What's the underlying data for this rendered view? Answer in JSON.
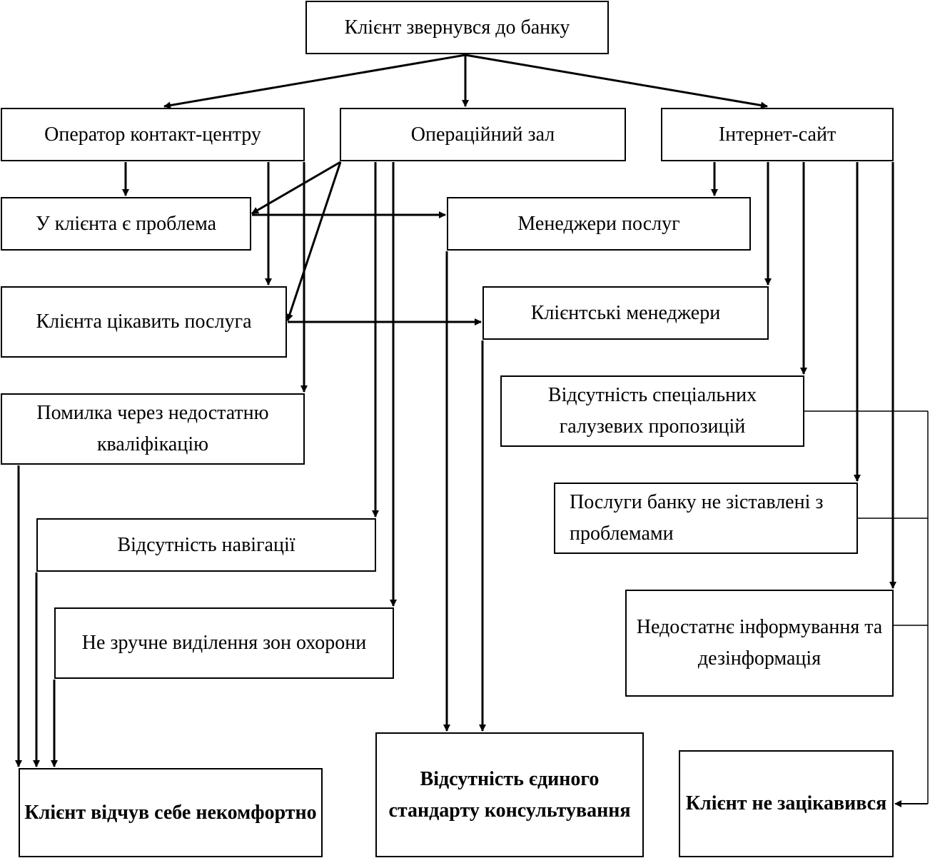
{
  "diagram": {
    "root": "Клієнт звернувся до банку",
    "channels": {
      "contact_center": "Оператор контакт-центру",
      "operating_hall": "Операційний зал",
      "website": "Інтернет-сайт"
    },
    "situations": {
      "problem": "У клієнта є проблема",
      "service_interest": "Клієнта цікавить послуга",
      "qualification_error": "Помилка через недостатню кваліфікацію",
      "no_navigation": "Відсутність навігації",
      "security_zones": "Не зручне виділення зон охорони",
      "service_managers": "Менеджери послуг",
      "client_managers": "Клієнтські менеджери",
      "no_industry_offers": "Відсутність спеціальних галузевих пропозицій",
      "services_not_matched": "Послуги банку не зіставлені з проблемами",
      "misinformation": "Недостатнє інформування та дезінформація"
    },
    "outcomes": {
      "uncomfortable": "Клієнт відчув себе некомфортно",
      "no_standard": "Відсутність єдиного стандарту консультування",
      "not_interested": "Клієнт не зацікавився"
    },
    "colors": {
      "line": "#000000",
      "box_border": "#000000",
      "background": "#ffffff"
    }
  }
}
